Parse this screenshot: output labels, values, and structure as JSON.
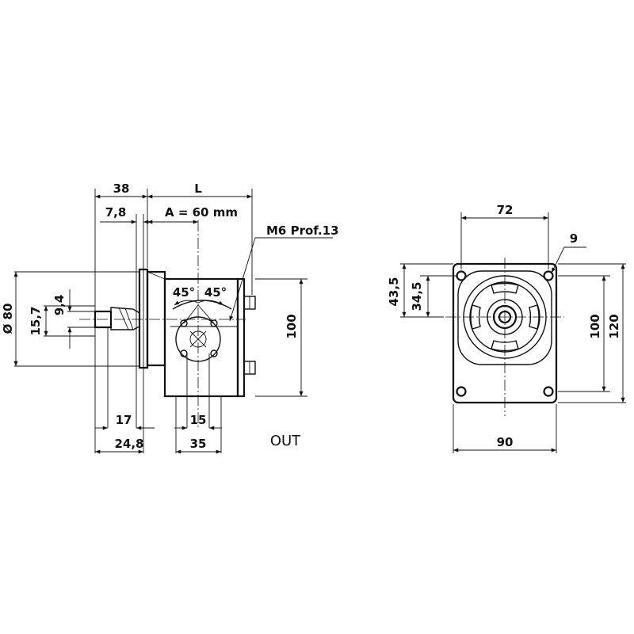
{
  "side_view": {
    "dim_38": "38",
    "dim_L": "L",
    "dim_7_8": "7,8",
    "dim_A": "A = 60 mm",
    "thread_callout": "M6  Prof.13",
    "angle_left": "45°",
    "angle_right": "45°",
    "dim_dia80": "Ø 80",
    "dim_15_7": "15,7",
    "dim_9_4": "9,4",
    "dim_100": "100",
    "dim_17": "17",
    "dim_15": "15",
    "dim_24_8": "24,8",
    "dim_35": "35",
    "port_label": "OUT"
  },
  "front_view": {
    "dim_72": "72",
    "dim_9": "9",
    "dim_43_5": "43,5",
    "dim_34_5": "34,5",
    "dim_100": "100",
    "dim_120": "120",
    "dim_90": "90"
  }
}
